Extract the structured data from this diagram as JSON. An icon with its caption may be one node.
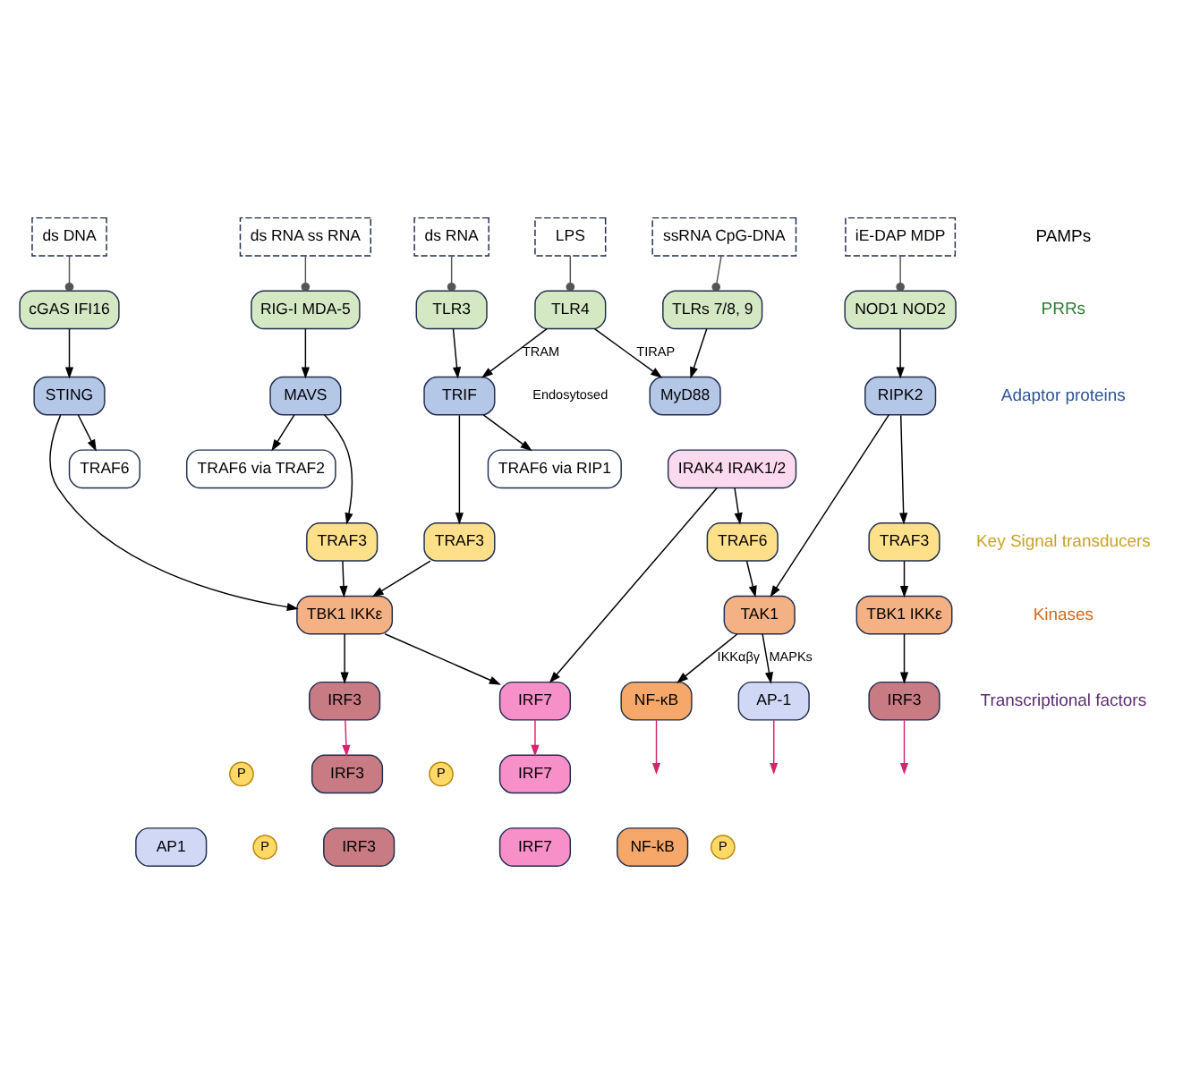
{
  "diagram": {
    "nodes": [
      {
        "text": [
          "ds RNA ss RNA"
        ]
      },
      {
        "text": [
          "ds DNA"
        ]
      },
      {
        "text": [
          "ds RNA"
        ]
      },
      {
        "text": [
          "LPS"
        ]
      },
      {
        "text": [
          "ssRNA CpG-DNA"
        ]
      },
      {
        "text": [
          "iE-DAP MDP"
        ]
      },
      {
        "text": [
          "RIG-I MDA-5"
        ]
      },
      {
        "text": [
          "cGAS IFI16"
        ]
      },
      {
        "text": [
          "TLR3"
        ]
      },
      {
        "text": [
          "TLR4"
        ]
      },
      {
        "text": [
          "TLRs 7/8, 9"
        ]
      },
      {
        "text": [
          "NOD1 NOD2"
        ]
      },
      {
        "text": [
          "MAVS"
        ]
      },
      {
        "text": [
          "STING"
        ]
      },
      {
        "text": [
          "TRIF"
        ]
      },
      {
        "text": [
          "MyD88"
        ]
      },
      {
        "text": [
          "RIPK2"
        ]
      },
      {
        "text": [
          "TRAF6 via TRAF2"
        ]
      },
      {
        "text": [
          "TRAF6"
        ]
      },
      {
        "text": [
          "TRAF6 via RIP1"
        ]
      },
      {
        "text": [
          "IRAK4 IRAK1/2"
        ]
      },
      {
        "text": [
          "TRAF3"
        ]
      },
      {
        "text": [
          "TRAF3"
        ]
      },
      {
        "text": [
          "TRAF6"
        ]
      },
      {
        "text": [
          "TRAF3"
        ]
      },
      {
        "text": [
          "TBK1 IKKε"
        ]
      },
      {
        "text": [
          "TAK1"
        ]
      },
      {
        "text": [
          "TBK1 IKKε"
        ]
      },
      {
        "text": [
          "IRF3"
        ]
      },
      {
        "text": [
          "IRF7"
        ]
      },
      {
        "text": [
          "NF-κB"
        ]
      },
      {
        "text": [
          "AP-1"
        ]
      },
      {
        "text": [
          "IRF3"
        ]
      },
      {
        "text": [
          "P"
        ]
      },
      {
        "text": [
          "IRF3"
        ]
      },
      {
        "text": [
          "P"
        ]
      },
      {
        "text": [
          "IRF7"
        ]
      },
      {
        "text": [
          "AP1"
        ]
      },
      {
        "text": [
          "P"
        ]
      },
      {
        "text": [
          "IRF3"
        ]
      },
      {
        "text": [
          "P"
        ]
      },
      {
        "text": [
          "IRF7"
        ]
      },
      {
        "text": [
          "NF-kB"
        ]
      }
    ],
    "edges": [
      {
        "from": 0,
        "to": 6,
        "arrow": "other"
      },
      {
        "from": 1,
        "to": 7,
        "arrow": "other"
      },
      {
        "from": 2,
        "to": 8,
        "arrow": "other"
      },
      {
        "from": 3,
        "to": 9,
        "arrow": "other"
      },
      {
        "from": 4,
        "to": 10,
        "arrow": "other"
      },
      {
        "from": 5,
        "to": 11,
        "arrow": "other"
      },
      {
        "from": 6,
        "to": 12,
        "arrow": "to"
      },
      {
        "from": 7,
        "to": 13,
        "arrow": "to"
      },
      {
        "from": 8,
        "to": 14,
        "arrow": "to"
      },
      {
        "from": 9,
        "to": 14,
        "arrow": "to",
        "label": "TRAM"
      },
      {
        "from": 9,
        "to": 15,
        "arrow": "to",
        "label": "TIRAP"
      },
      {
        "from": 10,
        "to": 15,
        "arrow": "to"
      },
      {
        "from": 11,
        "to": 16,
        "arrow": "to"
      },
      {
        "from": 12,
        "to": 17,
        "arrow": "to"
      },
      {
        "from": 12,
        "to": 21,
        "arrow": "to"
      },
      {
        "from": 13,
        "to": 18,
        "arrow": "to"
      },
      {
        "from": 13,
        "to": 25,
        "arrow": "to"
      },
      {
        "from": 14,
        "to": 19,
        "arrow": "to"
      },
      {
        "from": 14,
        "to": 22,
        "arrow": "to"
      },
      {
        "from": 20,
        "to": 23,
        "arrow": "to"
      },
      {
        "from": 20,
        "to": 29,
        "arrow": "to"
      },
      {
        "from": 16,
        "to": 26,
        "arrow": "to"
      },
      {
        "from": 16,
        "to": 24,
        "arrow": "to"
      },
      {
        "from": 21,
        "to": 25,
        "arrow": "to"
      },
      {
        "from": 22,
        "to": 25,
        "arrow": "to"
      },
      {
        "from": 23,
        "to": 26,
        "arrow": "to"
      },
      {
        "from": 24,
        "to": 27,
        "arrow": "to"
      },
      {
        "from": 25,
        "to": 28,
        "arrow": "to"
      },
      {
        "from": 25,
        "to": 29,
        "arrow": "to"
      },
      {
        "from": 26,
        "to": 30,
        "arrow": "to",
        "label": "IKKαβγ"
      },
      {
        "from": 26,
        "to": 31,
        "arrow": "to",
        "label": "MAPKs"
      },
      {
        "from": 27,
        "to": 32,
        "arrow": "to"
      },
      {
        "from": 28,
        "to": 34,
        "arrow": "to",
        "color": "#d6246e"
      },
      {
        "from": 29,
        "to": 36,
        "arrow": "to",
        "color": "#d6246e"
      },
      {
        "from": 30,
        "to": null,
        "arrow": "to",
        "color": "#d6246e"
      },
      {
        "from": 31,
        "to": null,
        "arrow": "to",
        "color": "#d6246e"
      },
      {
        "from": 32,
        "to": null,
        "arrow": "to",
        "color": "#d6246e"
      }
    ],
    "labels": [
      "PAMPs",
      "PRRs",
      "Adaptor proteins",
      "Key Signal transducers",
      "Kinases",
      "Transcriptional factors",
      "Endosytosed"
    ]
  }
}
